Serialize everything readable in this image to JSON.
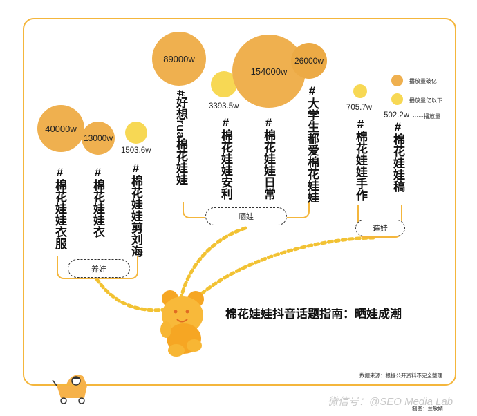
{
  "title": "棉花娃娃抖音话题指南：晒娃成潮",
  "legend": {
    "big_label": "播放量破亿",
    "small_label": "播放量亿以下",
    "unit_example": "502.2w",
    "unit_label": "······播放量"
  },
  "groups": [
    {
      "label": "养娃"
    },
    {
      "label": "晒娃"
    },
    {
      "label": "造娃"
    }
  ],
  "topics": [
    {
      "id": "t1",
      "group": "养娃",
      "name": "#棉花娃娃衣服",
      "views": "40000w",
      "size": "big"
    },
    {
      "id": "t2",
      "group": "养娃",
      "name": "#棉花娃娃衣",
      "views": "13000w",
      "size": "big"
    },
    {
      "id": "t3",
      "group": "养娃",
      "name": "#棉花娃娃剪刘海",
      "views": "1503.6w",
      "size": "small"
    },
    {
      "id": "t4",
      "group": "晒娃",
      "name": "#好想rua棉花娃娃",
      "views": "89000w",
      "size": "big"
    },
    {
      "id": "t5",
      "group": "晒娃",
      "name": "#棉花娃娃安利",
      "views": "3393.5w",
      "size": "small"
    },
    {
      "id": "t6",
      "group": "晒娃",
      "name": "#棉花娃娃日常",
      "views": "154000w",
      "size": "big"
    },
    {
      "id": "t7",
      "group": "晒娃",
      "name": "#大学生都爱棉花娃娃",
      "views": "26000w",
      "size": "big"
    },
    {
      "id": "t8",
      "group": "造娃",
      "name": "#棉花娃娃手作",
      "views": "705.7w",
      "size": "small"
    },
    {
      "id": "t9",
      "group": "造娃",
      "name": "#棉花娃娃稿",
      "views": "502.2w",
      "size": "small"
    }
  ],
  "source": {
    "line1": "数据来源：根据公开资料不完全整理",
    "line2": "制图：兰敏婧"
  },
  "watermark": "微信号：@SEO Media Lab",
  "colors": {
    "big": "#efb04f",
    "small": "#f7d854",
    "frame": "#f4b63c",
    "bear": "#f6a623"
  }
}
